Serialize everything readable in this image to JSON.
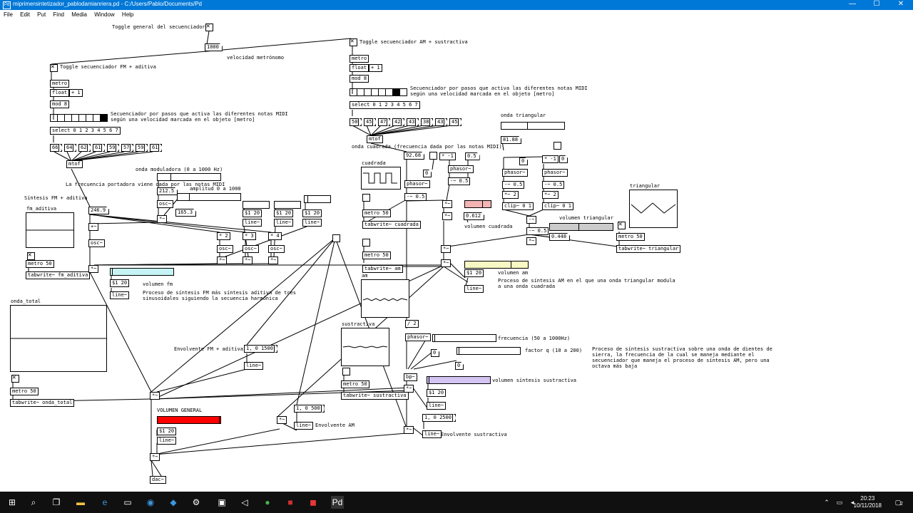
{
  "window": {
    "title": "miprimersintetizador_pablodamianriera.pd  -  C:/Users/Pablo/Documents/Pd",
    "min": "—",
    "max": "☐",
    "close": "✕"
  },
  "menu": [
    "File",
    "Edit",
    "Put",
    "Find",
    "Media",
    "Window",
    "Help"
  ],
  "comments": {
    "toggle_general": "Toggle general del secuenciador",
    "toggle_am": "Toggle secuenciador AM + sustractiva",
    "velocidad": "velocidad metrónomo",
    "toggle_fm": "Toggle secuenciador FM + aditiva",
    "seq_fm_1": "Secuenciador por pasos que activa las diferentes notas MIDI",
    "seq_fm_2": "según una velocidad marcada en el objeto [metro]",
    "seq_am_1": "Secuenciador por pasos que activa las diferentes notas MIDI",
    "seq_am_2": "según una velocidad marcada en el objeto [metro]",
    "onda_cuadrada": "onda cuadrada (frecuencia dada por las notas MIDI)",
    "onda_triangular": "onda triangular",
    "onda_moduladora": "onda moduladora (0 a 1000 Hz)",
    "portadora": "La frecuencia portadora viene dada por las notas MIDI",
    "amplitud": "amplitud 0 a 1000",
    "sintesis_fm": "Síntesis FM + aditiva",
    "volumen_cuadrada": "volumen cuadrada",
    "volumen_triangular": "volumen triangular",
    "volumen_fm": "volumen fm",
    "proceso_fm_1": "Proceso de síntesis FM más síntesis aditiva de tres",
    "proceso_fm_2": "sinusoidales siguiendo la secuencia harmónica",
    "volumen_am": "volumen am",
    "proceso_am_1": "Proceso de síntesis AM en el que una onda triangular modula",
    "proceso_am_2": "a una onda cuadrada",
    "frecuencia": "frecuencia (50 a 1000Hz)",
    "factor_q": "factor q (10 a 200)",
    "proceso_sus_1": "Proceso de síntesis sustractiva sobre una onda de dientes de",
    "proceso_sus_2": "sierra, la frecuencia de la cual se maneja mediante el",
    "proceso_sus_3": "secuenciador que maneja el proceso de síntesis AM, pero una",
    "proceso_sus_4": "octava más baja",
    "volumen_sustractiva": "volumen síntesis sustractiva",
    "envolvente_fm": "Envolvente FM + aditiva",
    "volumen_general": "VOLUMEN GENERAL",
    "envolvente_am": "Envolvente AM",
    "envolvente_sus": "Envolvente sustractiva"
  },
  "objects": {
    "metro_fm": "metro",
    "float_fm": "float",
    "plus1_fm": "+ 1",
    "mod8_fm": "mod 8",
    "select_fm": "select 0 1 2 3 4 5 6 7",
    "mtof_fm": "mtof",
    "metro_am": "metro",
    "float_am": "float",
    "plus1_am": "+ 1",
    "mod8_am": "mod 8",
    "select_am": "select 0 1 2 3 4 5 6 7",
    "mtof_am": "mtof",
    "phasor_sq": "phasor~",
    "minus05_sq": "-~ 0.5",
    "mul_sq": "*~",
    "minus1_a": "* -1",
    "phasor_a": "phasor~",
    "minus05_a": "-~ 0.5",
    "phasor_t1": "phasor~",
    "minus05_t1": "-~ 0.5",
    "mul2_t1": "*~ 2",
    "clip_t1": "clip~ 0 1",
    "minus1_t": "* -1",
    "phasor_t2": "phasor~",
    "minus05_t2": "-~ 0.5",
    "mul2_t2": "*~ 2",
    "clip_t2": "clip~ 0 1",
    "minus_t": "-~",
    "minus05_t": "-~ 0.5",
    "mul_t": "*~",
    "metro50_tri": "metro 50",
    "tabwrite_tri": "tabwrite~ triangular",
    "metro50_cua": "metro 50",
    "tabwrite_cua": "tabwrite~ cuadrada",
    "metro50_am": "metro 50",
    "tabwrite_am": "tabwrite~ am",
    "mul_am": "*~",
    "mul_am2": "*~",
    "s120_am": "$1 20",
    "line_am": "line~",
    "osc_mod": "osc~",
    "mul_mod": "*~",
    "plus_fm": "+~",
    "osc_fm": "osc~",
    "mul2_fm": "* 2",
    "mul3_fm": "* 3",
    "mul4_fm": "* 4",
    "osc2_fm": "osc~",
    "osc3_fm": "osc~",
    "osc4_fm": "osc~",
    "mulb2": "*~",
    "mulb3": "*~",
    "mulb4": "*~",
    "s120_a": "$1 20",
    "line_a": "line~",
    "s120_b": "$1 20",
    "line_b": "line~",
    "s120_c": "$1 20",
    "line_c": "line~",
    "mul_fmout": "*~",
    "s120_fm": "$1 20",
    "line_fm": "line~",
    "metro50_fm": "metro 50",
    "tabwrite_fm": "tabwrite~ fm_aditiva",
    "metro50_tot": "metro 50",
    "tabwrite_tot": "tabwrite~ onda_total",
    "div2": "/ 2",
    "phasor_sus": "phasor~",
    "bp_sus": "bp~",
    "metro50_sus": "metro 50",
    "tabwrite_sus": "tabwrite~ sustractiva",
    "s120_sus": "$1 20",
    "line_sus": "line~",
    "mul_sus": "*~",
    "env_fm_msg": "1, 0 1500",
    "line_env_fm": "line~",
    "mul_general_in": "*~",
    "s120_gen": "$1 20",
    "line_gen": "line~",
    "mul_gen": "*~",
    "dac": "dac~",
    "env_am_msg": "1, 0 500",
    "line_env_am": "line~",
    "mul_env_am": "*~",
    "env_sus_msg": "1, 0 2500",
    "line_env_sus": "line~",
    "mul_env_sus": "*~"
  },
  "numbers": {
    "metronome": "1000",
    "notes_fm": [
      "66",
      "64",
      "62",
      "61",
      "59",
      "57",
      "59",
      "61"
    ],
    "notes_am": [
      "50",
      "45",
      "47",
      "42",
      "43",
      "38",
      "43",
      "45"
    ],
    "freq_sq": "92.68",
    "num0_sq": "0",
    "num05": "0.5",
    "num_tri": "81.88",
    "num0_t1": "0",
    "num0_t2": "0",
    "num0612": "0.612",
    "num0448": "0.448",
    "num2125": "212.5",
    "num1653": "165.3",
    "num2469": "246.9",
    "num0_freq": "0",
    "num0_q": "0"
  },
  "arrays": {
    "cuadrada": "cuadrada",
    "triangular": "triangular",
    "am": "am",
    "fm_aditiva": "fm_aditiva",
    "onda_total": "onda_total",
    "sustractiva": "sustractiva"
  },
  "colors": {
    "titlebar": "#0078d7",
    "vol_cuadrada": "#f4b4b4",
    "vol_triangular": "#cccccc",
    "vol_fm": "#c6f4f4",
    "vol_am": "#f8f8c4",
    "vol_sus": "#d4c4f4",
    "vol_general": "#ff0000"
  },
  "taskbar": {
    "time": "20:23",
    "date": "10/11/2018",
    "notif": "2"
  }
}
